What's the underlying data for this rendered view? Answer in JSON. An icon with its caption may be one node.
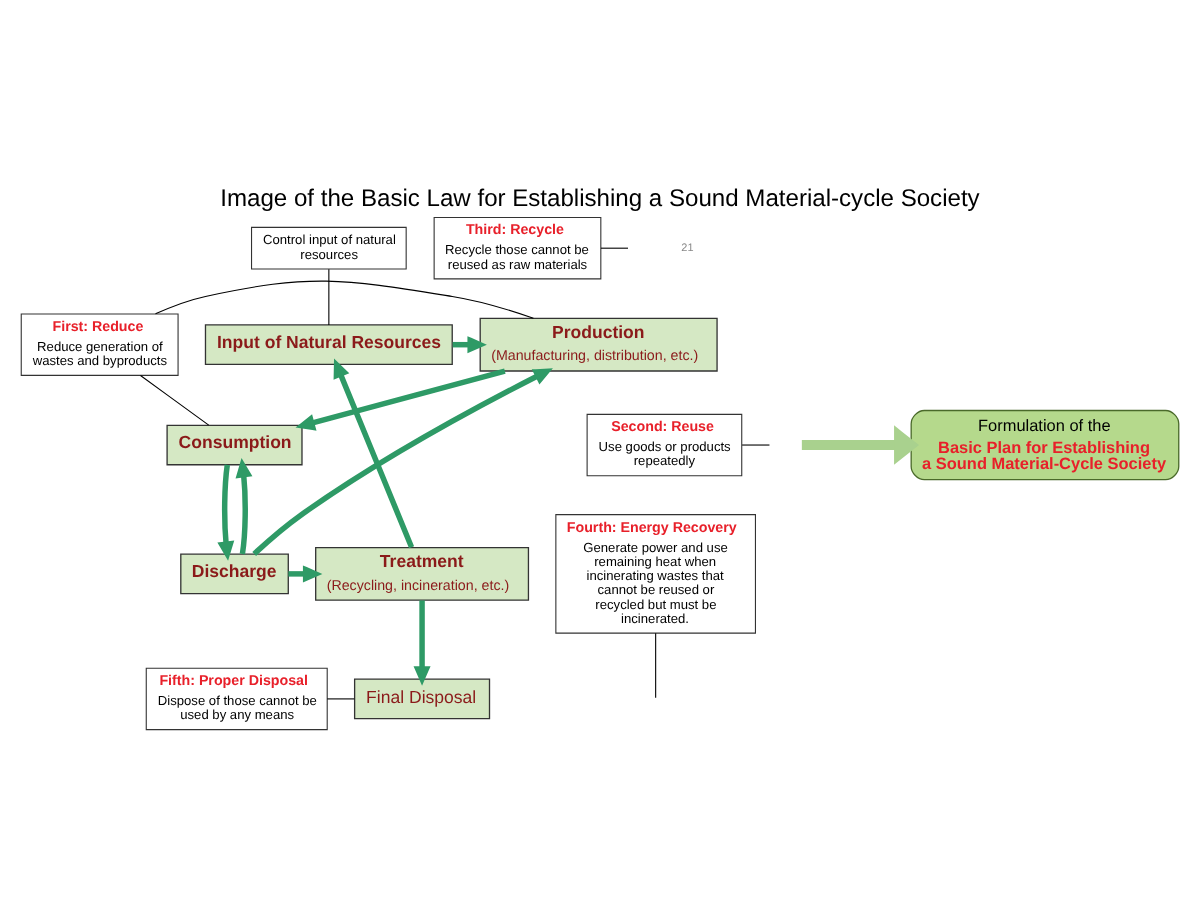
{
  "diagram": {
    "title": "Image of the Basic Law for Establishing a Sound Material-cycle Society",
    "nodes": [
      {
        "text": [
          "Input of Natural Resources"
        ]
      },
      {
        "text": [
          "Production",
          "(Manufacturing, distribution, etc.)"
        ]
      },
      {
        "text": [
          "Consumption"
        ]
      },
      {
        "text": [
          "Discharge"
        ]
      },
      {
        "text": [
          "Treatment",
          "(Recycling, incineration, etc.)"
        ]
      },
      {
        "text": [
          "Final Disposal"
        ]
      },
      {
        "text": [
          "Control input of natural resources"
        ]
      },
      {
        "text": [
          "First: Reduce",
          "Reduce generation of wastes and byproducts"
        ]
      },
      {
        "text": [
          "Third: Recycle",
          "Recycle those cannot be reused as raw materials"
        ]
      },
      {
        "text": [
          "Second: Reuse",
          "Use goods or products repeatedly"
        ]
      },
      {
        "text": [
          "Fourth: Energy Recovery",
          "Generate power and use remaining heat when incinerating wastes that cannot be reused or recycled but must be incinerated."
        ]
      },
      {
        "text": [
          "Fifth: Proper Disposal",
          "Dispose of those cannot be used by any means"
        ]
      },
      {
        "text": [
          "Formulation of the",
          "Basic Plan for Establishing a Sound Material-Cycle Society"
        ]
      }
    ],
    "edges": [
      {
        "from": 0,
        "to": 1,
        "arrow": "to"
      },
      {
        "from": 1,
        "to": 2,
        "arrow": "to"
      },
      {
        "from": 2,
        "to": 3,
        "arrow": "to"
      },
      {
        "from": 3,
        "to": 4,
        "arrow": "to"
      },
      {
        "from": 4,
        "to": 0,
        "arrow": "to"
      },
      {
        "from": 3,
        "to": 2,
        "arrow": "to"
      },
      {
        "from": 3,
        "to": 1,
        "arrow": "to"
      },
      {
        "from": 4,
        "to": 5,
        "arrow": "to"
      },
      {
        "from": 6,
        "to": 0,
        "arrow": "none",
        "color": "#000000"
      },
      {
        "from": 7,
        "to": 1,
        "arrow": "none",
        "color": "#000000"
      },
      {
        "from": 7,
        "to": 2,
        "arrow": "none",
        "color": "#000000"
      },
      {
        "from": 8,
        "to": null,
        "arrow": "none",
        "color": "#000000"
      },
      {
        "from": 9,
        "to": null,
        "arrow": "none",
        "color": "#000000"
      },
      {
        "from": 10,
        "to": null,
        "arrow": "none",
        "color": "#000000"
      },
      {
        "from": 11,
        "to": 5,
        "arrow": "none",
        "color": "#000000"
      },
      {
        "from": null,
        "to": 12,
        "arrow": "to",
        "style": "thick",
        "color": "#a9d18e"
      }
    ],
    "labels": [
      "21"
    ]
  }
}
